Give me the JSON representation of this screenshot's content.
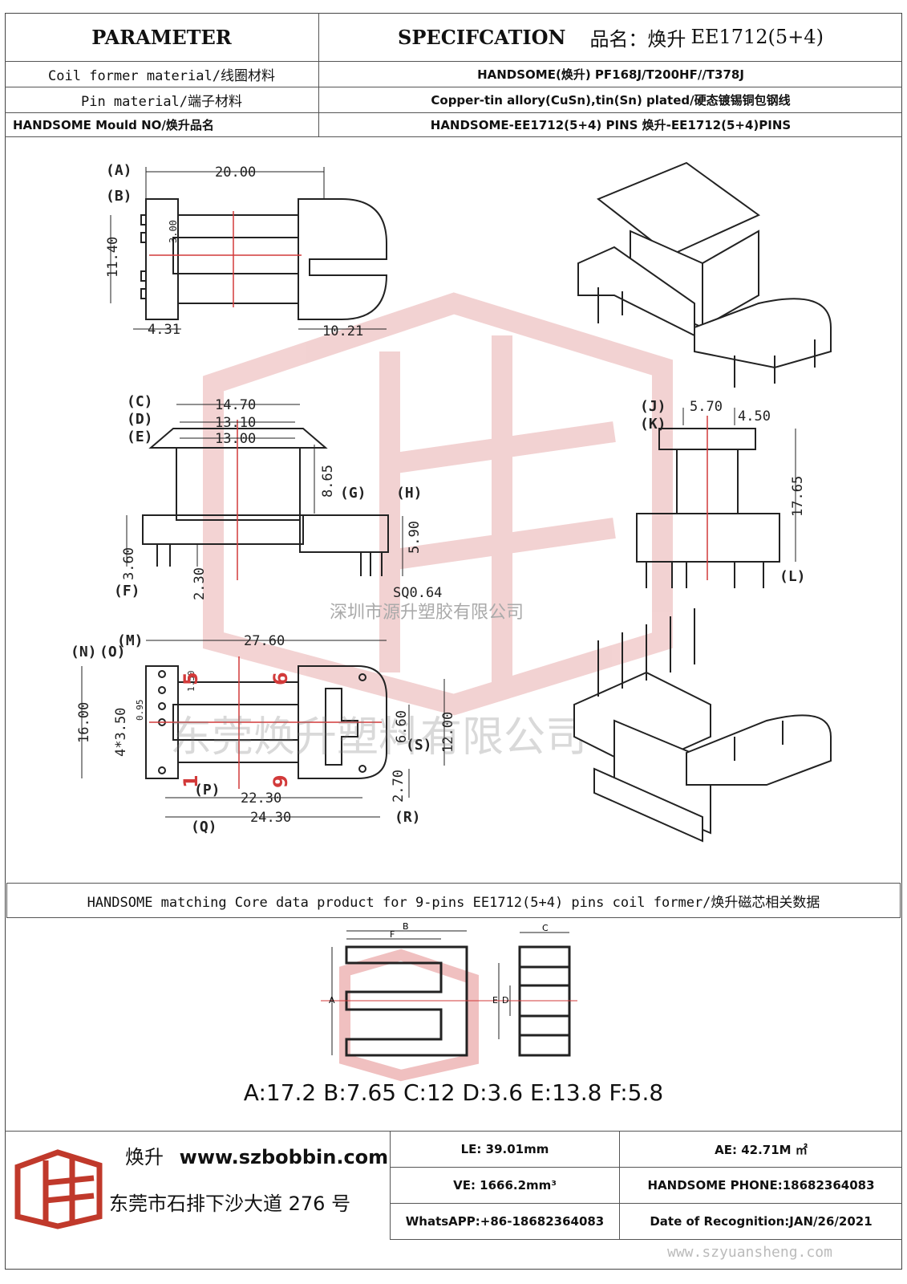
{
  "header": {
    "parameter": "PARAMETER",
    "specification_prefix": "SPECIFCATION",
    "product_name_label": "品名：焕升",
    "product_name": "EE1712(5+4)"
  },
  "rows": [
    {
      "label": "Coil former material/线圈材料",
      "value": "HANDSOME(焕升)   PF168J/T200HF//T378J"
    },
    {
      "label": "Pin material/端子材料",
      "value": "Copper-tin allory(CuSn),tin(Sn) plated/硬态镀锡铜包钢线"
    },
    {
      "label": "HANDSOME Mould NO/焕升品名",
      "value": "HANDSOME-EE1712(5+4) PINS   焕升-EE1712(5+4)PINS"
    }
  ],
  "drawing": {
    "top_view": {
      "A": "(A)",
      "B": "(B)",
      "d_20": "20.00",
      "d_1140": "11.40",
      "d_300": "3.00",
      "d_431": "4.31",
      "d_1021": "10.21"
    },
    "front_view": {
      "C": "(C)",
      "D": "(D)",
      "E": "(E)",
      "G": "(G)",
      "H": "(H)",
      "F": "(F)",
      "d_1470": "14.70",
      "d_1310": "13.10",
      "d_1300": "13.00",
      "d_865": "8.65",
      "d_590": "5.90",
      "d_360": "3.60",
      "d_230": "2.30",
      "sq": "SQ0.64"
    },
    "side_view": {
      "J": "(J)",
      "K": "(K)",
      "L": "(L)",
      "d_570": "5.70",
      "d_450": "4.50",
      "d_1765": "17.65"
    },
    "bottom_view": {
      "M": "(M)",
      "N": "(N)",
      "O": "(O)",
      "P": "(P)",
      "Q": "(Q)",
      "R": "(R)",
      "S": "(S)",
      "d_2760": "27.60",
      "d_1600": "16.00",
      "d_4x350": "4*3.50",
      "d_095": "0.95",
      "d_150": "1.50",
      "d_2230": "22.30",
      "d_2430": "24.30",
      "d_660": "6.60",
      "d_1200": "12.00",
      "d_270": "2.70",
      "pin1": "1",
      "pin5": "5",
      "pin6": "6",
      "pin9": "9"
    },
    "watermark_company": "深圳市源升塑胶有限公司",
    "watermark_company2": "东莞焕升塑料有限公司"
  },
  "matching": {
    "text": "HANDSOME matching Core data  product for 9-pins EE1712(5+4) pins coil former/焕升磁芯相关数据",
    "core_labels": {
      "A": "A",
      "B": "B",
      "C": "C",
      "D": "D",
      "E": "E",
      "F": "F"
    },
    "values": "A:17.2 B:7.65 C:12 D:3.6 E:13.8 F:5.8"
  },
  "footer": {
    "brand": "焕升",
    "website": "www.szbobbin.com",
    "address": "东莞市石排下沙大道 276 号",
    "le": "LE: 39.01mm",
    "ae": "AE: 42.71M ㎡",
    "ve": "VE: 1666.2mm³",
    "phone": "HANDSOME PHONE:18682364083",
    "whatsapp": "WhatsAPP:+86-18682364083",
    "date": "Date of Recognition:JAN/26/2021",
    "watermark_url": "www.szyuansheng.com"
  },
  "colors": {
    "accent_red": "#d23a3a",
    "line": "#222222",
    "watermark": "#e8b0b0"
  }
}
